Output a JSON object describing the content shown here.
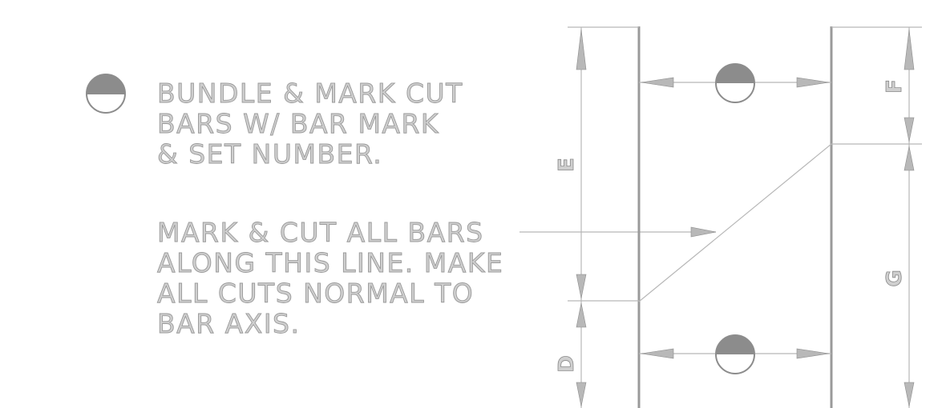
{
  "notes": {
    "bundle": [
      "BUNDLE & MARK CUT",
      "BARS W/ BAR MARK",
      "& SET NUMBER."
    ],
    "cut": [
      "MARK & CUT ALL BARS",
      "ALONG THIS LINE.  MAKE",
      "ALL CUTS NORMAL TO",
      "BAR AXIS."
    ]
  },
  "dimensions": {
    "left": [
      "E",
      "D"
    ],
    "right": [
      "F",
      "G"
    ]
  },
  "symbols": {
    "legend": "half-filled-circle-icon",
    "bar_mark": "half-filled-circle-icon"
  }
}
